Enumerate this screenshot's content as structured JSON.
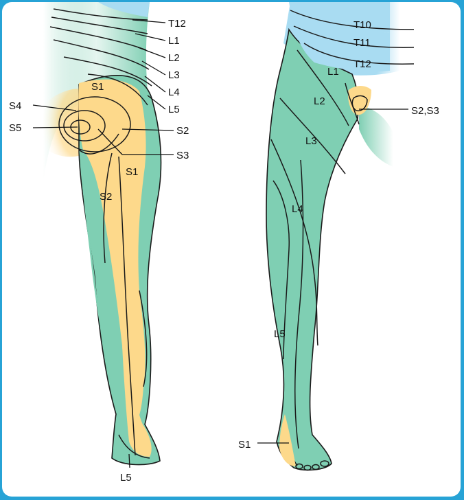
{
  "diagram": {
    "colors": {
      "green": "#7fcfb3",
      "yellow": "#fdd98b",
      "blue": "#a9dcf2",
      "frame": "#27a3d6"
    },
    "posterior_labels": {
      "t12": "T12",
      "l1": "L1",
      "l2": "L2",
      "l3": "L3",
      "l4": "L4",
      "l5": "L5",
      "s1_upper": "S1",
      "s4": "S4",
      "s5": "S5",
      "s2_right": "S2",
      "s3": "S3",
      "s1_thigh": "S1",
      "s2_thigh": "S2",
      "l5_foot": "L5"
    },
    "anterior_labels": {
      "t10": "T10",
      "t11": "T11",
      "t12": "T12",
      "l1": "L1",
      "l2": "L2",
      "s2s3": "S2,S3",
      "l3": "L3",
      "l4": "L4",
      "l5": "L5",
      "s1": "S1"
    }
  }
}
